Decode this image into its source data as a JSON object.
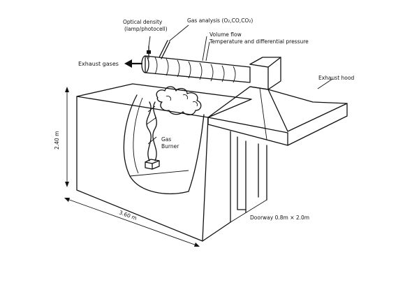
{
  "labels": {
    "optical_density_line1": "Optical density",
    "optical_density_line2": "(lamp/photocell)",
    "gas_analysis": "Gas analysis (O₂,CO,CO₂)",
    "volume_flow": "Volume flow",
    "temp_pressure": "Temperature and differential pressure",
    "exhaust_gases": "Exhaust gases",
    "exhaust_hood": "Exhaust hood",
    "gas_burner_line1": "Gas",
    "gas_burner_line2": "Burner",
    "height_dim": "2.40 m",
    "length_dim": "3.60 m",
    "doorway": "Doorway 0.8m × 2.0m"
  },
  "colors": {
    "ink": "#111111",
    "background": "#ffffff"
  }
}
